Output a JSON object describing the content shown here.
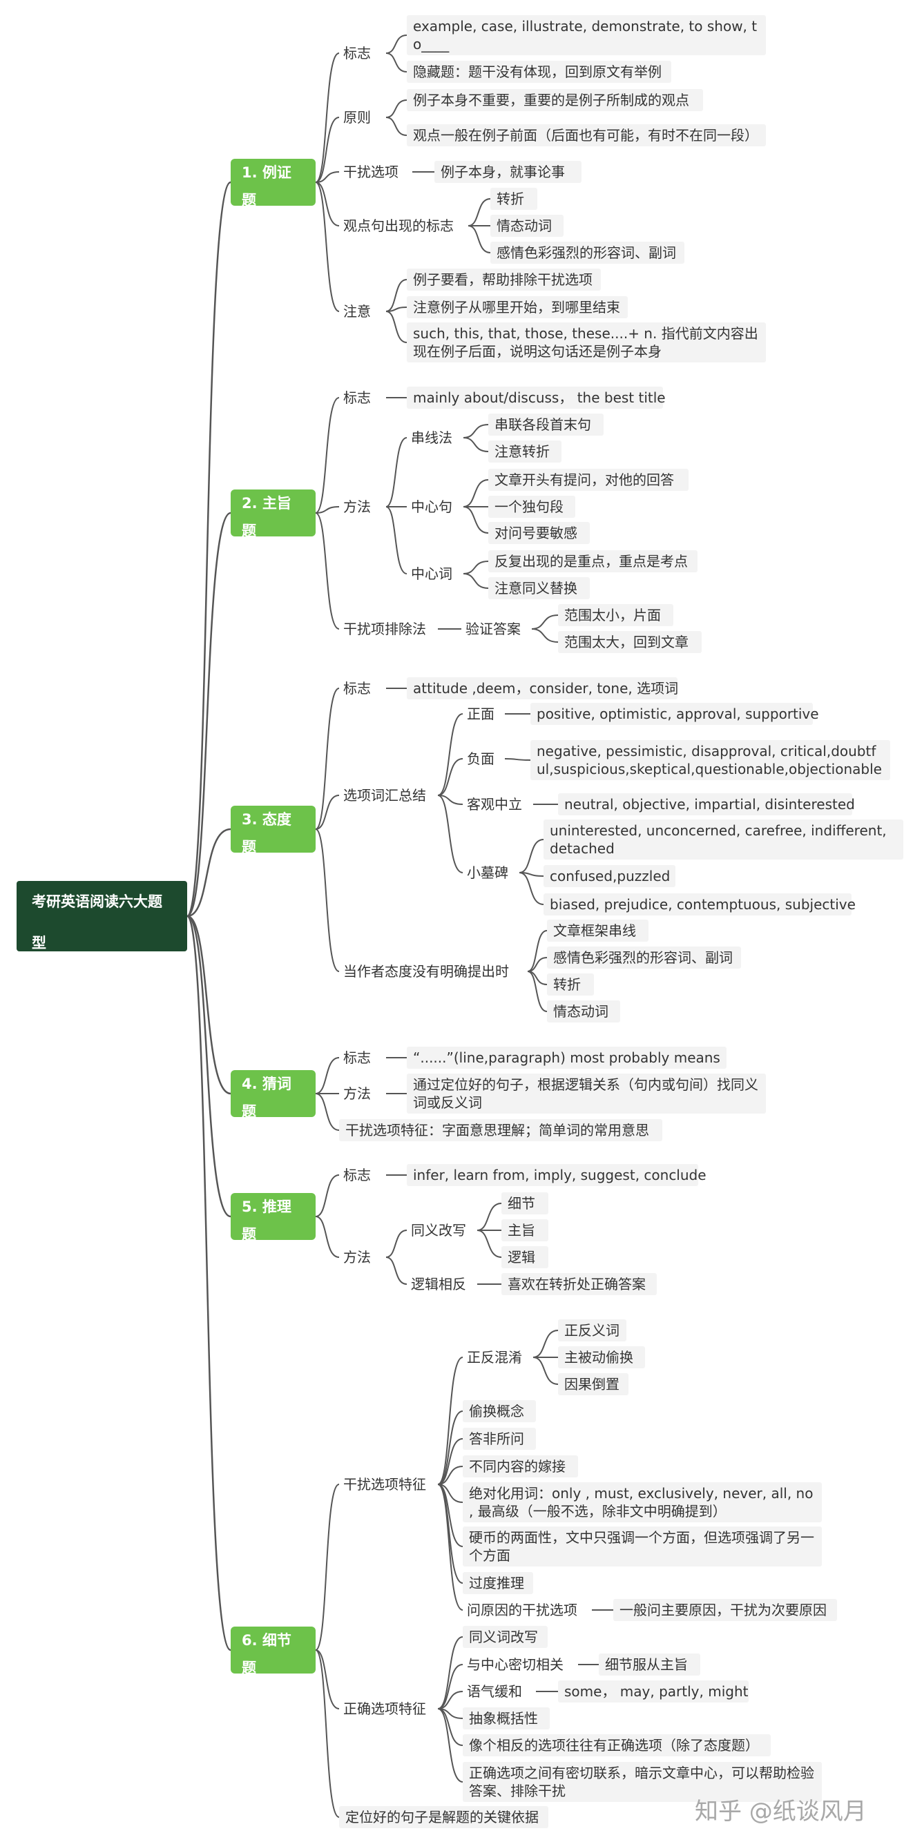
{
  "title": "考研英语阅读六大题型",
  "watermark": "知乎 @纸谈风月",
  "colors": {
    "root": "#1d4a2e",
    "main": "#6dc24a",
    "box": "#f3f3f3",
    "line": "#555555"
  },
  "topics": [
    {
      "label": "1. 例证题",
      "children": [
        {
          "label": "标志",
          "children": [
            {
              "label": "example, case, illustrate, demonstrate, to show, to____"
            },
            {
              "label": "隐藏题：题干没有体现，回到原文有举例"
            }
          ]
        },
        {
          "label": "原则",
          "children": [
            {
              "label": "例子本身不重要，重要的是例子所制成的观点"
            },
            {
              "label": "观点一般在例子前面（后面也有可能，有时不在同一段）"
            }
          ]
        },
        {
          "label": "干扰选项",
          "children": [
            {
              "label": "例子本身，就事论事"
            }
          ]
        },
        {
          "label": "观点句出现的标志",
          "children": [
            {
              "label": "转折"
            },
            {
              "label": "情态动词"
            },
            {
              "label": "感情色彩强烈的形容词、副词"
            }
          ]
        },
        {
          "label": "注意",
          "children": [
            {
              "label": "例子要看，帮助排除干扰选项"
            },
            {
              "label": "注意例子从哪里开始，到哪里结束"
            },
            {
              "label": "such, this, that, those, these....+ n. 指代前文内容出现在例子后面，说明这句话还是例子本身"
            }
          ]
        }
      ]
    },
    {
      "label": "2. 主旨题",
      "children": [
        {
          "label": "标志",
          "children": [
            {
              "label": "mainly about/discuss， the best title"
            }
          ]
        },
        {
          "label": "方法",
          "children": [
            {
              "label": "串线法",
              "children": [
                {
                  "label": "串联各段首末句"
                },
                {
                  "label": "注意转折"
                }
              ]
            },
            {
              "label": "中心句",
              "children": [
                {
                  "label": "文章开头有提问，对他的回答"
                },
                {
                  "label": "一个独句段"
                },
                {
                  "label": "对问号要敏感"
                }
              ]
            },
            {
              "label": "中心词",
              "children": [
                {
                  "label": "反复出现的是重点，重点是考点"
                },
                {
                  "label": "注意同义替换"
                }
              ]
            }
          ]
        },
        {
          "label": "干扰项排除法",
          "children": [
            {
              "label": "验证答案",
              "children": [
                {
                  "label": "范围太小，片面"
                },
                {
                  "label": "范围太大，回到文章"
                }
              ]
            }
          ]
        }
      ]
    },
    {
      "label": "3. 态度题",
      "children": [
        {
          "label": "标志",
          "children": [
            {
              "label": "attitude ,deem，consider, tone, 选项词"
            }
          ]
        },
        {
          "label": "选项词汇总结",
          "children": [
            {
              "label": "正面",
              "children": [
                {
                  "label": "positive, optimistic, approval, supportive"
                }
              ]
            },
            {
              "label": "负面",
              "children": [
                {
                  "label": "negative, pessimistic, disapproval, critical,doubtful,suspicious,skeptical,questionable,objectionable"
                }
              ]
            },
            {
              "label": "客观中立",
              "children": [
                {
                  "label": "neutral, objective, impartial, disinterested"
                }
              ]
            },
            {
              "label": "小墓碑",
              "children": [
                {
                  "label": "uninterested, unconcerned, carefree, indifferent, detached"
                },
                {
                  "label": "confused,puzzled"
                },
                {
                  "label": "biased, prejudice, contemptuous, subjective"
                }
              ]
            }
          ]
        },
        {
          "label": "当作者态度没有明确提出时",
          "children": [
            {
              "label": "文章框架串线"
            },
            {
              "label": "感情色彩强烈的形容词、副词"
            },
            {
              "label": "转折"
            },
            {
              "label": "情态动词"
            }
          ]
        }
      ]
    },
    {
      "label": "4. 猜词题",
      "children": [
        {
          "label": "标志",
          "children": [
            {
              "label": "“......”(line,paragraph) most probably means"
            }
          ]
        },
        {
          "label": "方法",
          "children": [
            {
              "label": "通过定位好的句子，根据逻辑关系（句内或句间）找同义词或反义词"
            }
          ]
        },
        {
          "label": "干扰选项特征：字面意思理解；简单词的常用意思"
        }
      ]
    },
    {
      "label": "5. 推理题",
      "children": [
        {
          "label": "标志",
          "children": [
            {
              "label": "infer, learn from, imply, suggest, conclude"
            }
          ]
        },
        {
          "label": "方法",
          "children": [
            {
              "label": "同义改写",
              "children": [
                {
                  "label": "细节"
                },
                {
                  "label": "主旨"
                },
                {
                  "label": "逻辑"
                }
              ]
            },
            {
              "label": "逻辑相反",
              "children": [
                {
                  "label": "喜欢在转折处正确答案"
                }
              ]
            }
          ]
        }
      ]
    },
    {
      "label": "6. 细节题",
      "children": [
        {
          "label": "干扰选项特征",
          "children": [
            {
              "label": "正反混淆",
              "children": [
                {
                  "label": "正反义词"
                },
                {
                  "label": "主被动偷换"
                },
                {
                  "label": "因果倒置"
                }
              ]
            },
            {
              "label": "偷换概念"
            },
            {
              "label": "答非所问"
            },
            {
              "label": "不同内容的嫁接"
            },
            {
              "label": "绝对化用词：only , must, exclusively, never, all, no , 最高级（一般不选，除非文中明确提到）"
            },
            {
              "label": "硬币的两面性，文中只强调一个方面，但选项强调了另一个方面"
            },
            {
              "label": "过度推理"
            },
            {
              "label": "问原因的干扰选项",
              "children": [
                {
                  "label": "一般问主要原因，干扰为次要原因"
                }
              ]
            }
          ]
        },
        {
          "label": "正确选项特征",
          "children": [
            {
              "label": "同义词改写"
            },
            {
              "label": "与中心密切相关",
              "children": [
                {
                  "label": "细节服从主旨"
                }
              ]
            },
            {
              "label": "语气缓和",
              "children": [
                {
                  "label": "some， may, partly, might"
                }
              ]
            },
            {
              "label": "抽象概括性"
            },
            {
              "label": "像个相反的选项往往有正确选项（除了态度题）"
            },
            {
              "label": "正确选项之间有密切联系，暗示文章中心，可以帮助检验答案、排除干扰"
            }
          ]
        },
        {
          "label": "定位好的句子是解题的关键依据"
        }
      ]
    }
  ]
}
